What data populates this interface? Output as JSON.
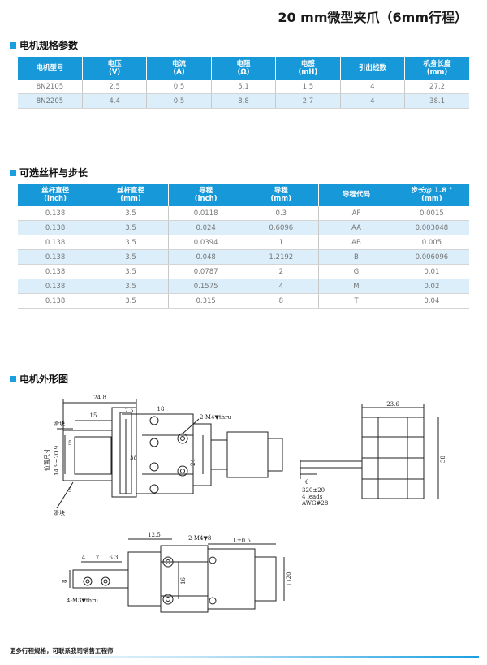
{
  "title": "20 mm微型夹爪（6mm行程）",
  "section_motor": "电机规格参数",
  "motor_table": {
    "headers": [
      [
        "电机型号",
        ""
      ],
      [
        "电压",
        "(V)"
      ],
      [
        "电流",
        "(A)"
      ],
      [
        "电阻",
        "(Ω)"
      ],
      [
        "电感",
        "(mH)"
      ],
      [
        "引出线数",
        ""
      ],
      [
        "机身长度",
        "(mm)"
      ]
    ],
    "rows": [
      [
        "8N2105",
        "2.5",
        "0.5",
        "5.1",
        "1.5",
        "4",
        "27.2"
      ],
      [
        "8N2205",
        "4.4",
        "0.5",
        "8.8",
        "2.7",
        "4",
        "38.1"
      ]
    ]
  },
  "section_screw": "可选丝杆与步长",
  "screw_table": {
    "headers": [
      [
        "丝杆直径",
        "(inch)"
      ],
      [
        "丝杆直径",
        "(mm)"
      ],
      [
        "导程",
        "(inch)"
      ],
      [
        "导程",
        "(mm)"
      ],
      [
        "导程代码",
        ""
      ],
      [
        "步长@ 1.8 °",
        "(mm)"
      ]
    ],
    "rows": [
      [
        "0.138",
        "3.5",
        "0.0118",
        "0.3",
        "AF",
        "0.0015"
      ],
      [
        "0.138",
        "3.5",
        "0.024",
        "0.6096",
        "AA",
        "0.003048"
      ],
      [
        "0.138",
        "3.5",
        "0.0394",
        "1",
        "AB",
        "0.005"
      ],
      [
        "0.138",
        "3.5",
        "0.048",
        "1.2192",
        "B",
        "0.006096"
      ],
      [
        "0.138",
        "3.5",
        "0.0787",
        "2",
        "G",
        "0.01"
      ],
      [
        "0.138",
        "3.5",
        "0.1575",
        "4",
        "M",
        "0.02"
      ],
      [
        "0.138",
        "3.5",
        "0.315",
        "8",
        "T",
        "0.04"
      ]
    ]
  },
  "section_drawing": "电机外形图",
  "drawing": {
    "d_24_8": "24.8",
    "d_15": "15",
    "d_7_5": "7.5",
    "d_18": "18",
    "d_m4_thru": "2-M4▼thru",
    "d_slider_top": "滑块",
    "d_slider_bottom": "滑块",
    "d_5_top": "5",
    "d_5_bottom": "5",
    "d_pos_label": "位置尺寸",
    "d_range": "14.9~20.9",
    "d_38": "38",
    "d_24": "24",
    "d_23_6": "23.6",
    "d_38_side": "38",
    "d_6": "6",
    "d_lead1": "320±20",
    "d_lead2": "4 leads",
    "d_lead3": "AWG#28",
    "d_12_5": "12.5",
    "d_m4_8": "2-M4▼8",
    "d_L": "L±0.5",
    "d_4": "4",
    "d_7": "7",
    "d_6_3": "6.3",
    "d_8": "8",
    "d_16": "16",
    "d_sq20": "□20",
    "d_m3_thru": "4-M3▼thru"
  },
  "footer": "更多行程规格，可联系我司销售工程师",
  "colors": {
    "accent": "#1798d8",
    "alt_row": "#dbeefa"
  }
}
